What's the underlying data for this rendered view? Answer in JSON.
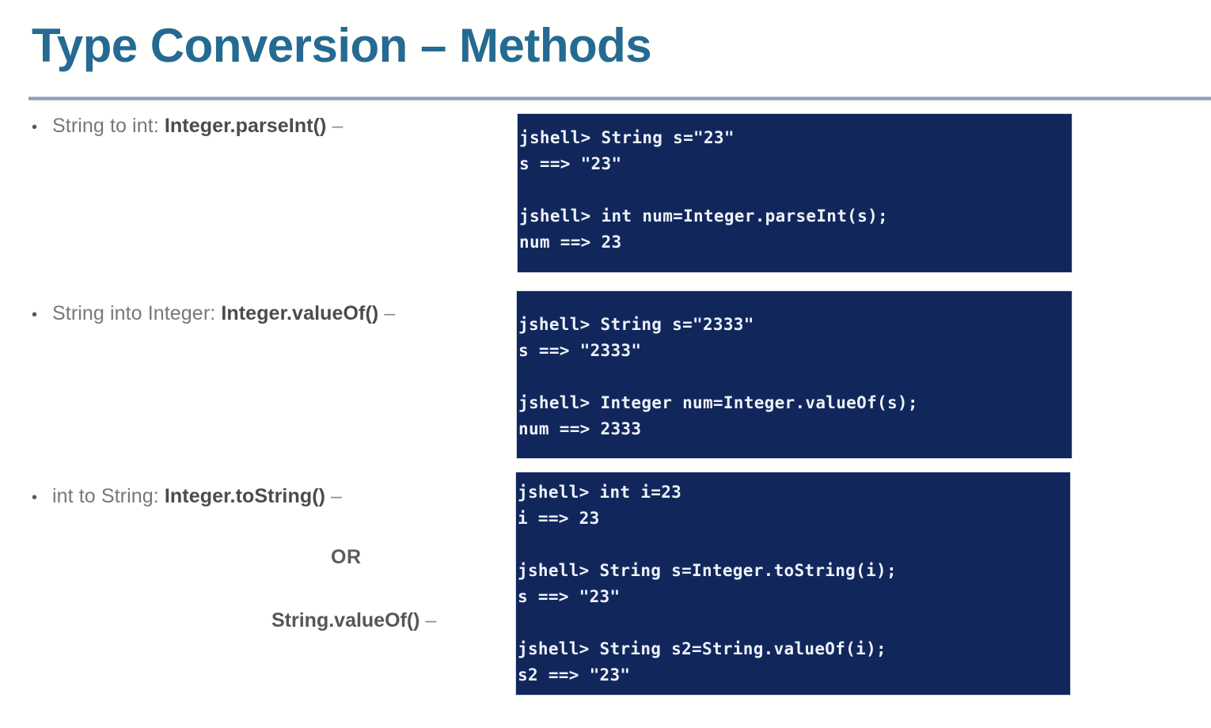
{
  "slide": {
    "title": "Type Conversion – Methods",
    "background_color": "#fffffd",
    "title_color": "#256a92",
    "divider_color": "#8ba2b5",
    "code_background_color": "#11275c",
    "code_text_color": "#eef2f8"
  },
  "bullets": [
    {
      "marker": "•",
      "label": "String to int: ",
      "method": "Integer.parseInt()",
      "dash": " –"
    },
    {
      "marker": "•",
      "label": "String into Integer: ",
      "method": "Integer.valueOf()",
      "dash": " –"
    },
    {
      "marker": "•",
      "label": "int to String: ",
      "method": "Integer.toString()",
      "dash": " –"
    }
  ],
  "or_label": "OR",
  "alt_method": {
    "method": "String.valueOf()",
    "dash": " –"
  },
  "code_blocks": [
    {
      "name": "parseInt-example",
      "lines": [
        "jshell> String s=\"23\"",
        "s ==> \"23\"",
        "",
        "jshell> int num=Integer.parseInt(s);",
        "num ==> 23"
      ]
    },
    {
      "name": "valueOf-example",
      "lines": [
        "jshell> String s=\"2333\"",
        "s ==> \"2333\"",
        "",
        "jshell> Integer num=Integer.valueOf(s);",
        "num ==> 2333"
      ]
    },
    {
      "name": "toString-example",
      "lines": [
        "jshell> int i=23",
        "i ==> 23",
        "",
        "jshell> String s=Integer.toString(i);",
        "s ==> \"23\"",
        "",
        "jshell> String s2=String.valueOf(i);",
        "s2 ==> \"23\""
      ]
    }
  ]
}
